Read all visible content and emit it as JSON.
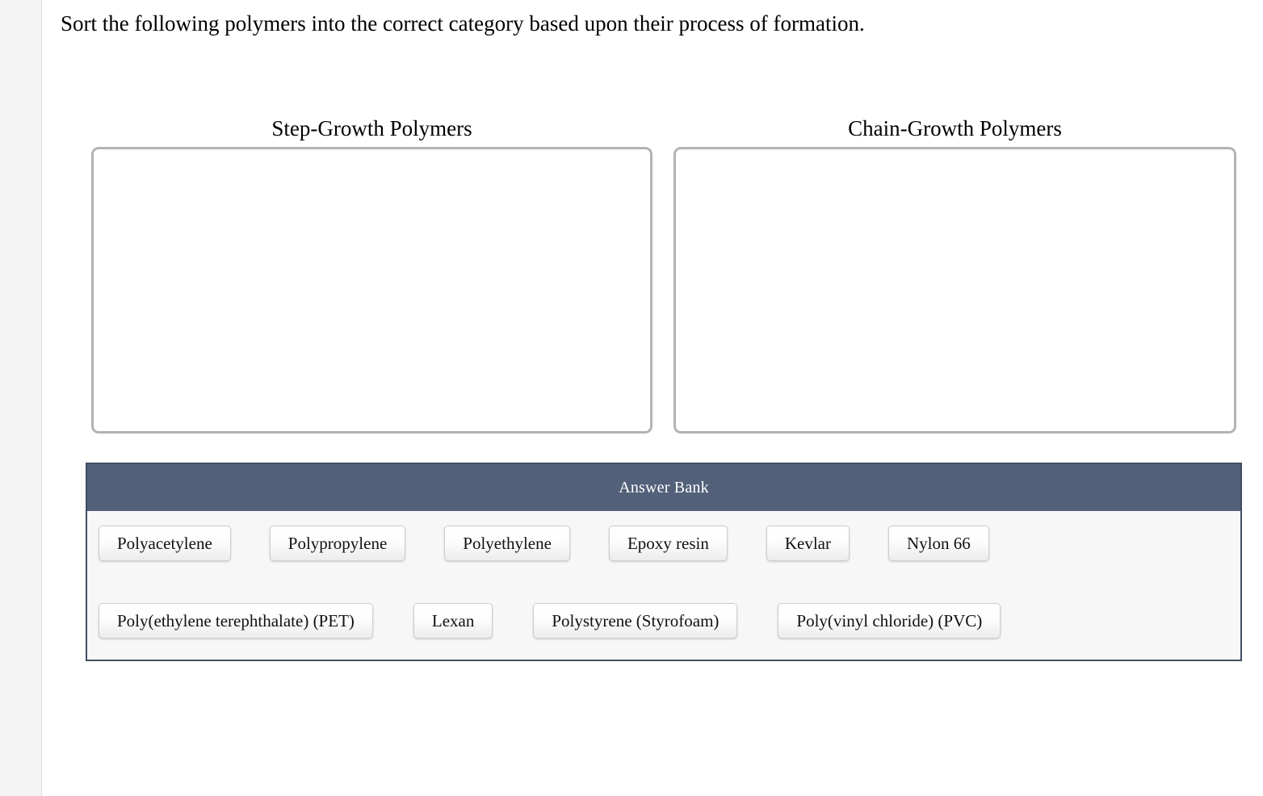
{
  "prompt": "Sort the following polymers into the correct category based upon their process of formation.",
  "categories": [
    {
      "title": "Step-Growth Polymers",
      "items": []
    },
    {
      "title": "Chain-Growth Polymers",
      "items": []
    }
  ],
  "answer_bank": {
    "header": "Answer Bank",
    "rows": [
      [
        {
          "label": "Polyacetylene"
        },
        {
          "label": "Polypropylene"
        },
        {
          "label": "Polyethylene"
        },
        {
          "label": "Epoxy resin"
        },
        {
          "label": "Kevlar"
        },
        {
          "label": "Nylon 66"
        }
      ],
      [
        {
          "label": "Poly(ethylene terephthalate) (PET)"
        },
        {
          "label": "Lexan"
        },
        {
          "label": "Polystyrene (Styrofoam)"
        },
        {
          "label": "Poly(vinyl chloride) (PVC)"
        }
      ]
    ]
  },
  "colors": {
    "bank_header_bg": "#526179",
    "bank_border": "#404d63",
    "bank_body_bg": "#f7f7f7",
    "drop_zone_border": "#b3b3b3",
    "rail_bg": "#f4f4f4",
    "page_bg": "#ffffff"
  }
}
